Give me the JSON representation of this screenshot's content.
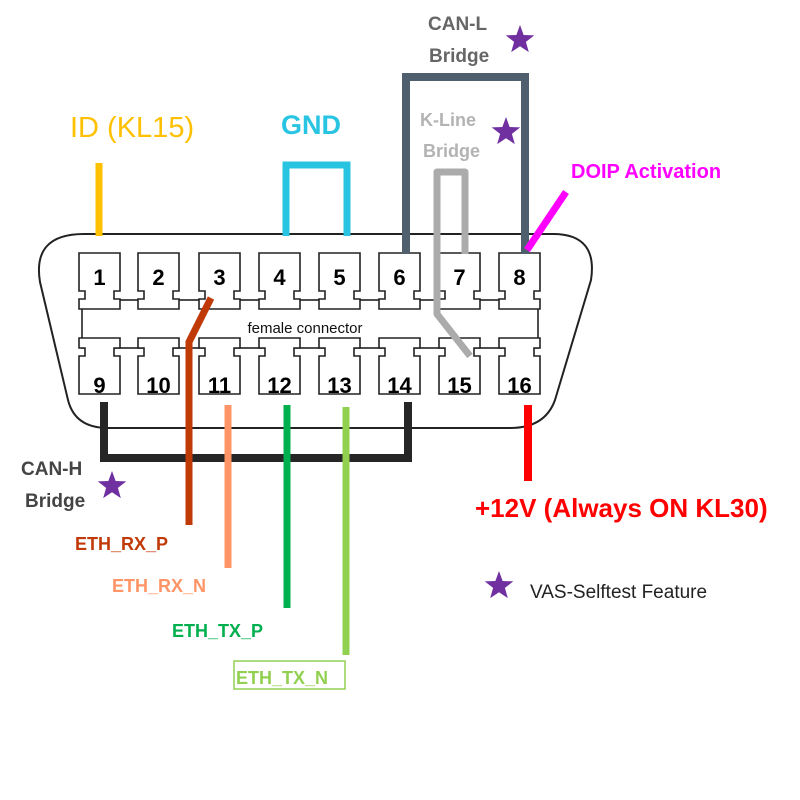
{
  "connector": {
    "caption": "female connector",
    "pins_top": [
      "1",
      "2",
      "3",
      "4",
      "5",
      "6",
      "7",
      "8"
    ],
    "pins_bottom": [
      "9",
      "10",
      "11",
      "12",
      "13",
      "14",
      "15",
      "16"
    ]
  },
  "labels": {
    "id_kl15": "ID (KL15)",
    "gnd": "GND",
    "can_l_line1": "CAN-L",
    "can_l_line2": "Bridge",
    "kline_line1": "K-Line",
    "kline_line2": "Bridge",
    "doip": "DOIP Activation",
    "can_h_line1": "CAN-H",
    "can_h_line2": "Bridge",
    "eth_rx_p": "ETH_RX_P",
    "eth_rx_n": "ETH_RX_N",
    "eth_tx_p": "ETH_TX_P",
    "eth_tx_n": "ETH_TX_N",
    "power": "+12V (Always ON KL30)"
  },
  "legend": {
    "icon": "star-icon",
    "text": "VAS-Selftest Feature"
  },
  "colors": {
    "id_kl15": "#FFC000",
    "gnd": "#29C4E2",
    "can_l": "#4F5F6E",
    "kline": "#ABABAB",
    "doip": "#FF00FF",
    "can_h": "#262626",
    "eth_rx_p": "#C03A07",
    "eth_rx_n": "#FF9566",
    "eth_tx_p": "#00B04F",
    "eth_tx_n": "#92D050",
    "power": "#FF0000",
    "star": "#7030A0"
  }
}
